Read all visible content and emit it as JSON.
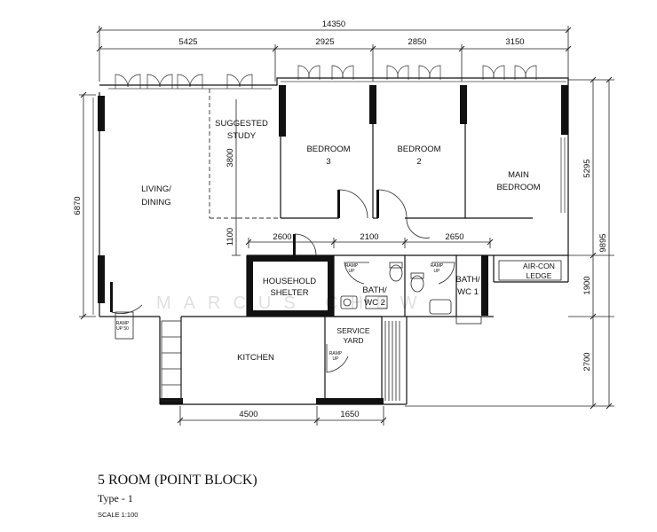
{
  "plan": {
    "title": "5 ROOM (POINT BLOCK)",
    "type_label": "Type - 1",
    "scale_label": "SCALE 1:100",
    "watermark": "MARCUS CHEW"
  },
  "rooms": {
    "living_dining": [
      "LIVING/",
      "DINING"
    ],
    "suggested_study": [
      "SUGGESTED",
      "STUDY"
    ],
    "bedroom3": [
      "BEDROOM",
      "3"
    ],
    "bedroom2": [
      "BEDROOM",
      "2"
    ],
    "main_bedroom": [
      "MAIN",
      "BEDROOM"
    ],
    "household_shelter": [
      "HOUSEHOLD",
      "SHELTER"
    ],
    "bath_wc2": [
      "BATH/",
      "WC 2"
    ],
    "bath_wc1": [
      "BATH/",
      "WC 1"
    ],
    "aircon_ledge": [
      "AIR-CON",
      "LEDGE"
    ],
    "service_yard": [
      "SERVICE",
      "YARD"
    ],
    "kitchen": [
      "KITCHEN"
    ]
  },
  "small_labels": {
    "ramp_up": [
      "RAMP",
      "UP"
    ],
    "ramp_up_50": [
      "RAMP",
      "UP 50"
    ]
  },
  "dimensions": {
    "overall_width": "14350",
    "top": [
      "5425",
      "2925",
      "2850",
      "3150"
    ],
    "mid": [
      "2600",
      "2100",
      "2650"
    ],
    "bottom": [
      "4500",
      "1650"
    ],
    "left_height": "6870",
    "study_depth": "3800",
    "corridor_depth": "1100",
    "right_bedroom": "5295",
    "right_bath": "1900",
    "right_yard": "2700",
    "right_total": "9895"
  }
}
